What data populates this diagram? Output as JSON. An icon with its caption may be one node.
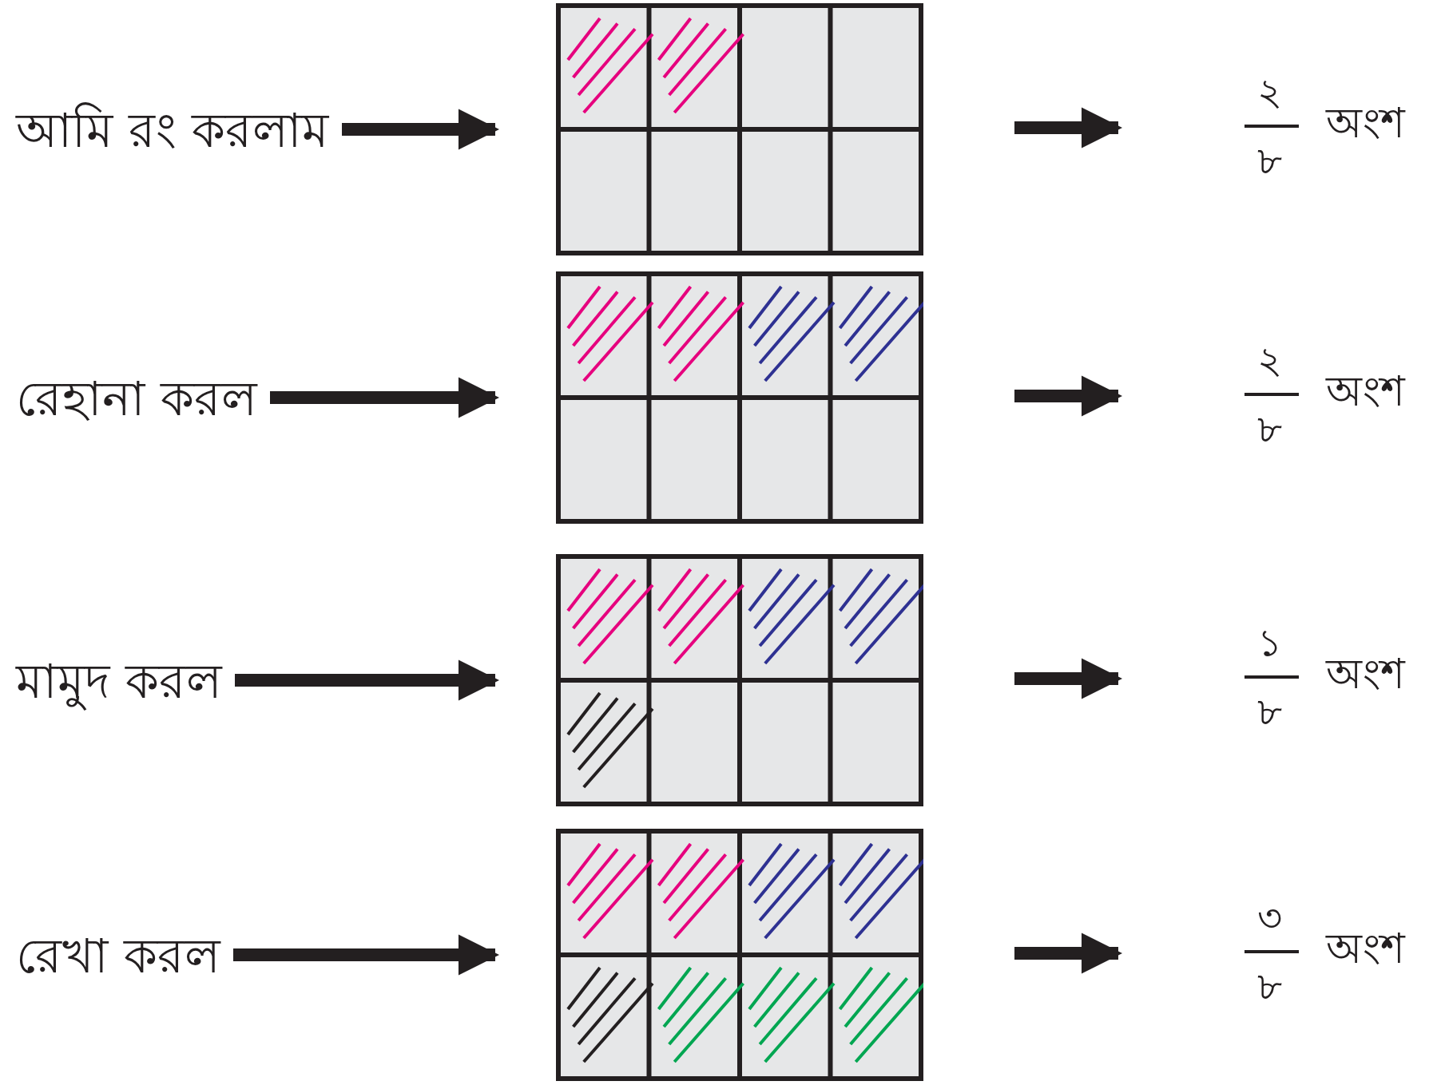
{
  "diagram": {
    "nodes": [
      {
        "text": [
          "আমি রং করলাম"
        ]
      },
      {
        "text": [],
        "shape": "box"
      },
      {
        "text": [
          "২",
          "৮",
          "অংশ"
        ]
      },
      {
        "text": [
          "রেহানা করল"
        ]
      },
      {
        "text": [],
        "shape": "box"
      },
      {
        "text": [
          "২",
          "৮",
          "অংশ"
        ]
      },
      {
        "text": [
          "মামুদ করল"
        ]
      },
      {
        "text": [],
        "shape": "box"
      },
      {
        "text": [
          "১",
          "৮",
          "অংশ"
        ]
      },
      {
        "text": [
          "রেখা করল"
        ]
      },
      {
        "text": [],
        "shape": "box"
      },
      {
        "text": [
          "৩",
          "৮",
          "অংশ"
        ]
      }
    ],
    "edges": [
      {
        "from": 0,
        "to": 1,
        "arrow": "to"
      },
      {
        "from": 1,
        "to": 2,
        "arrow": "to"
      },
      {
        "from": 3,
        "to": 4,
        "arrow": "to"
      },
      {
        "from": 4,
        "to": 5,
        "arrow": "to"
      },
      {
        "from": 6,
        "to": 7,
        "arrow": "to"
      },
      {
        "from": 7,
        "to": 8,
        "arrow": "to"
      },
      {
        "from": 9,
        "to": 10,
        "arrow": "to"
      },
      {
        "from": 10,
        "to": 11,
        "arrow": "to"
      }
    ]
  }
}
